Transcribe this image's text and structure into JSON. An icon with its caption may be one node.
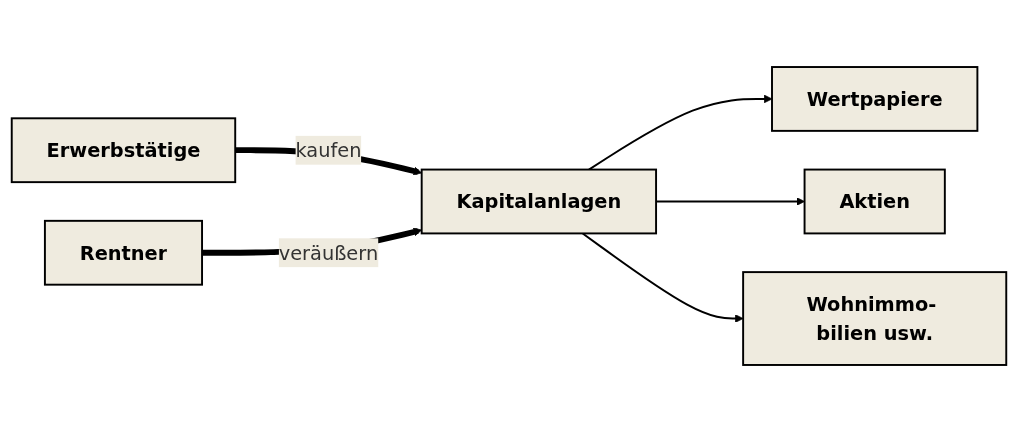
{
  "diagram": {
    "nodes": [
      {
        "text": [
          "Erwerbstätige"
        ]
      },
      {
        "text": [
          "Rentner"
        ]
      },
      {
        "text": [
          "Kapitalanlagen"
        ]
      },
      {
        "text": [
          "Wertpapiere"
        ]
      },
      {
        "text": [
          "Aktien"
        ]
      },
      {
        "text": [
          "Wohnimmo- bilien usw."
        ]
      }
    ],
    "edges": [
      {
        "from": 0,
        "to": 2,
        "label": "kaufen",
        "arrow": "to",
        "style": "thick"
      },
      {
        "from": 1,
        "to": 2,
        "label": "veräußern",
        "arrow": "to",
        "style": "thick"
      },
      {
        "from": 2,
        "to": 3,
        "arrow": "to"
      },
      {
        "from": 2,
        "to": 4,
        "arrow": "to"
      },
      {
        "from": 2,
        "to": 5,
        "arrow": "to"
      }
    ]
  }
}
